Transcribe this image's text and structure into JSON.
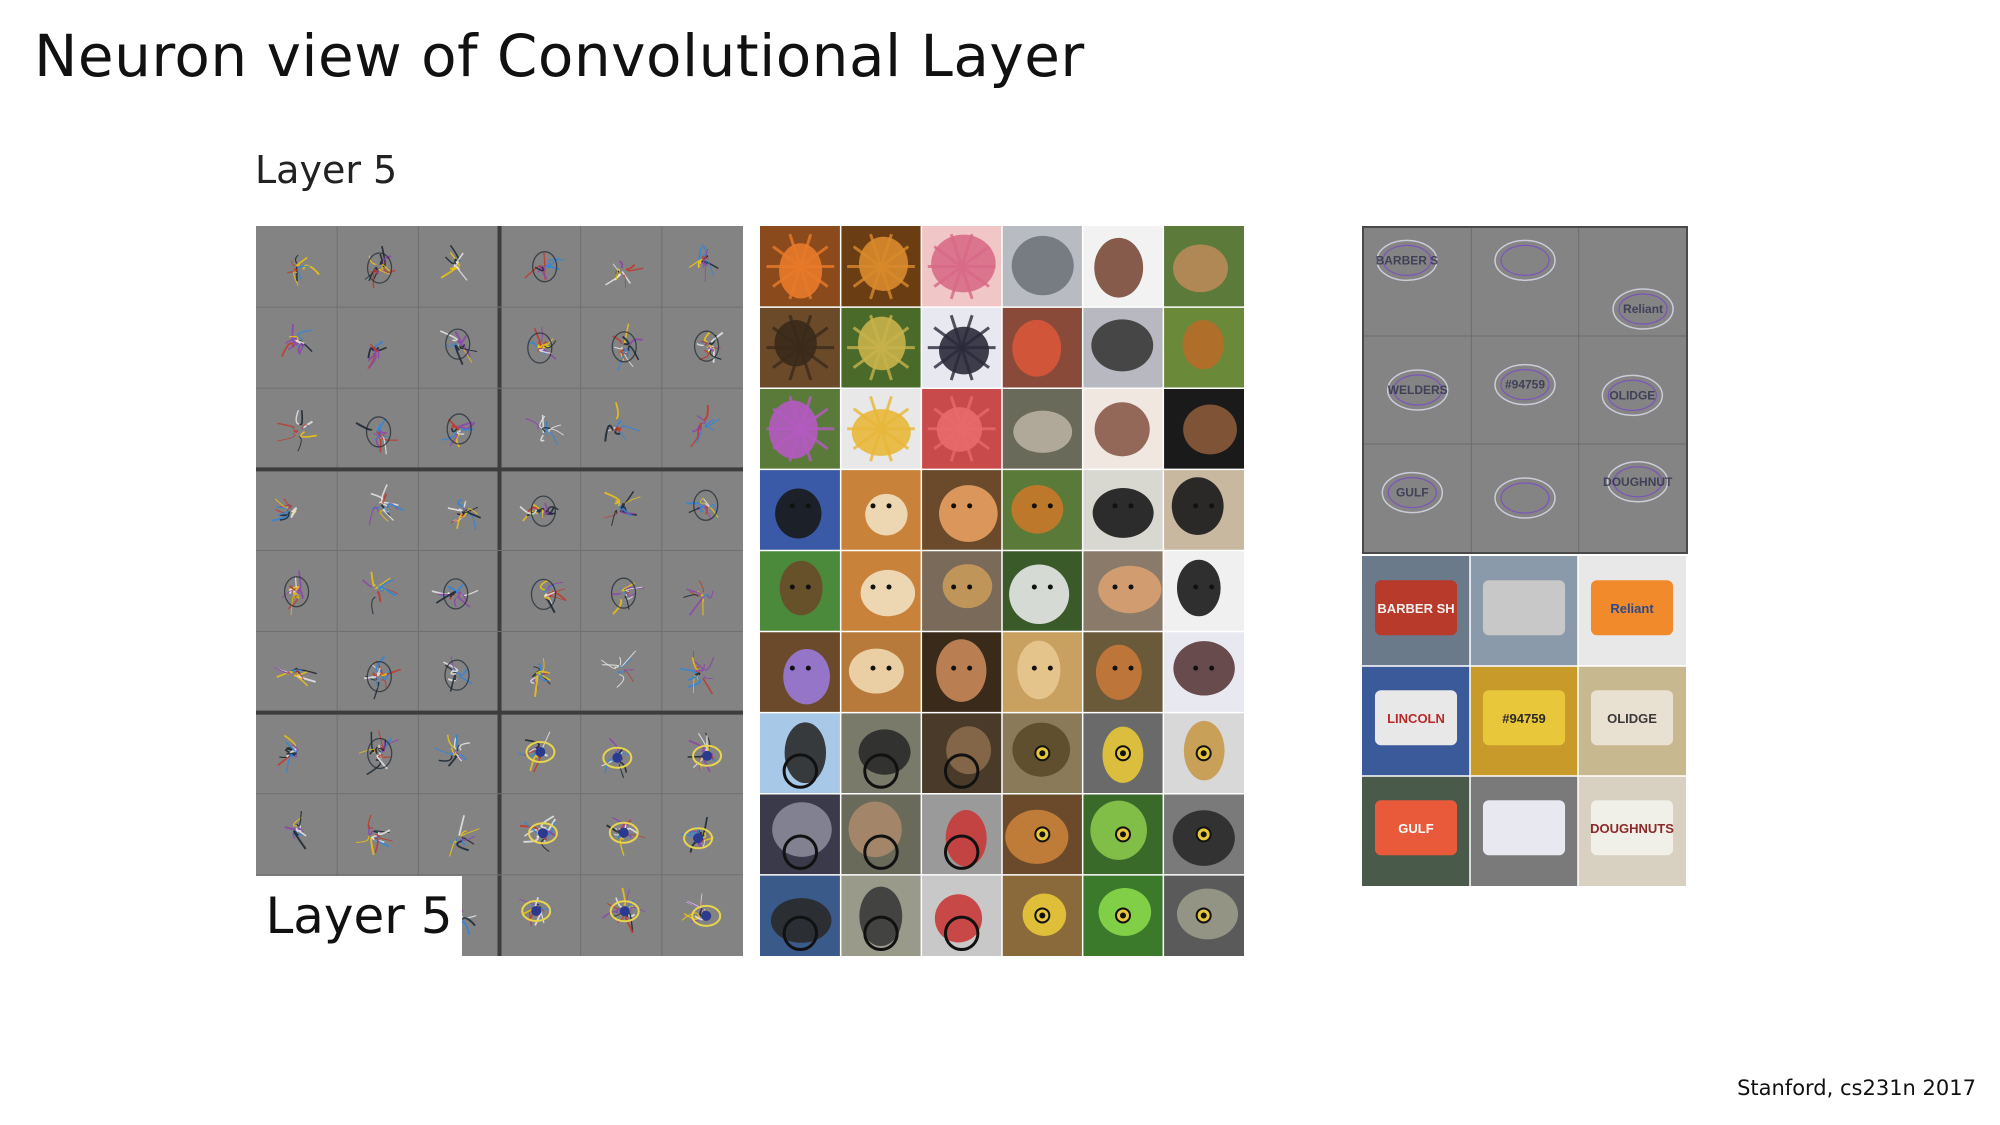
{
  "slide": {
    "title": "Neuron view of Convolutional Layer",
    "heading": "Layer 5",
    "panel_label": "Layer 5",
    "credit": "Stanford, cs231n 2017"
  },
  "figure": {
    "deconv_grid": {
      "rows": 9,
      "cols": 6,
      "block_rows": 3,
      "block_cols": 2
    },
    "photo_grid": {
      "rows": 9,
      "cols": 6
    },
    "right_deconv_grid": {
      "rows": 3,
      "cols": 3
    },
    "right_photo_grid": {
      "rows": 3,
      "cols": 3
    },
    "sign_text": [
      "BARBER SHOP",
      "#94759",
      "Reliant",
      "LINCOLN",
      "WELDERS",
      "GULF",
      "OLIDGE",
      "DOUGHNUTS"
    ]
  },
  "colors": {
    "gray_panel": "#838383",
    "text": "#111111",
    "background": "#ffffff"
  }
}
